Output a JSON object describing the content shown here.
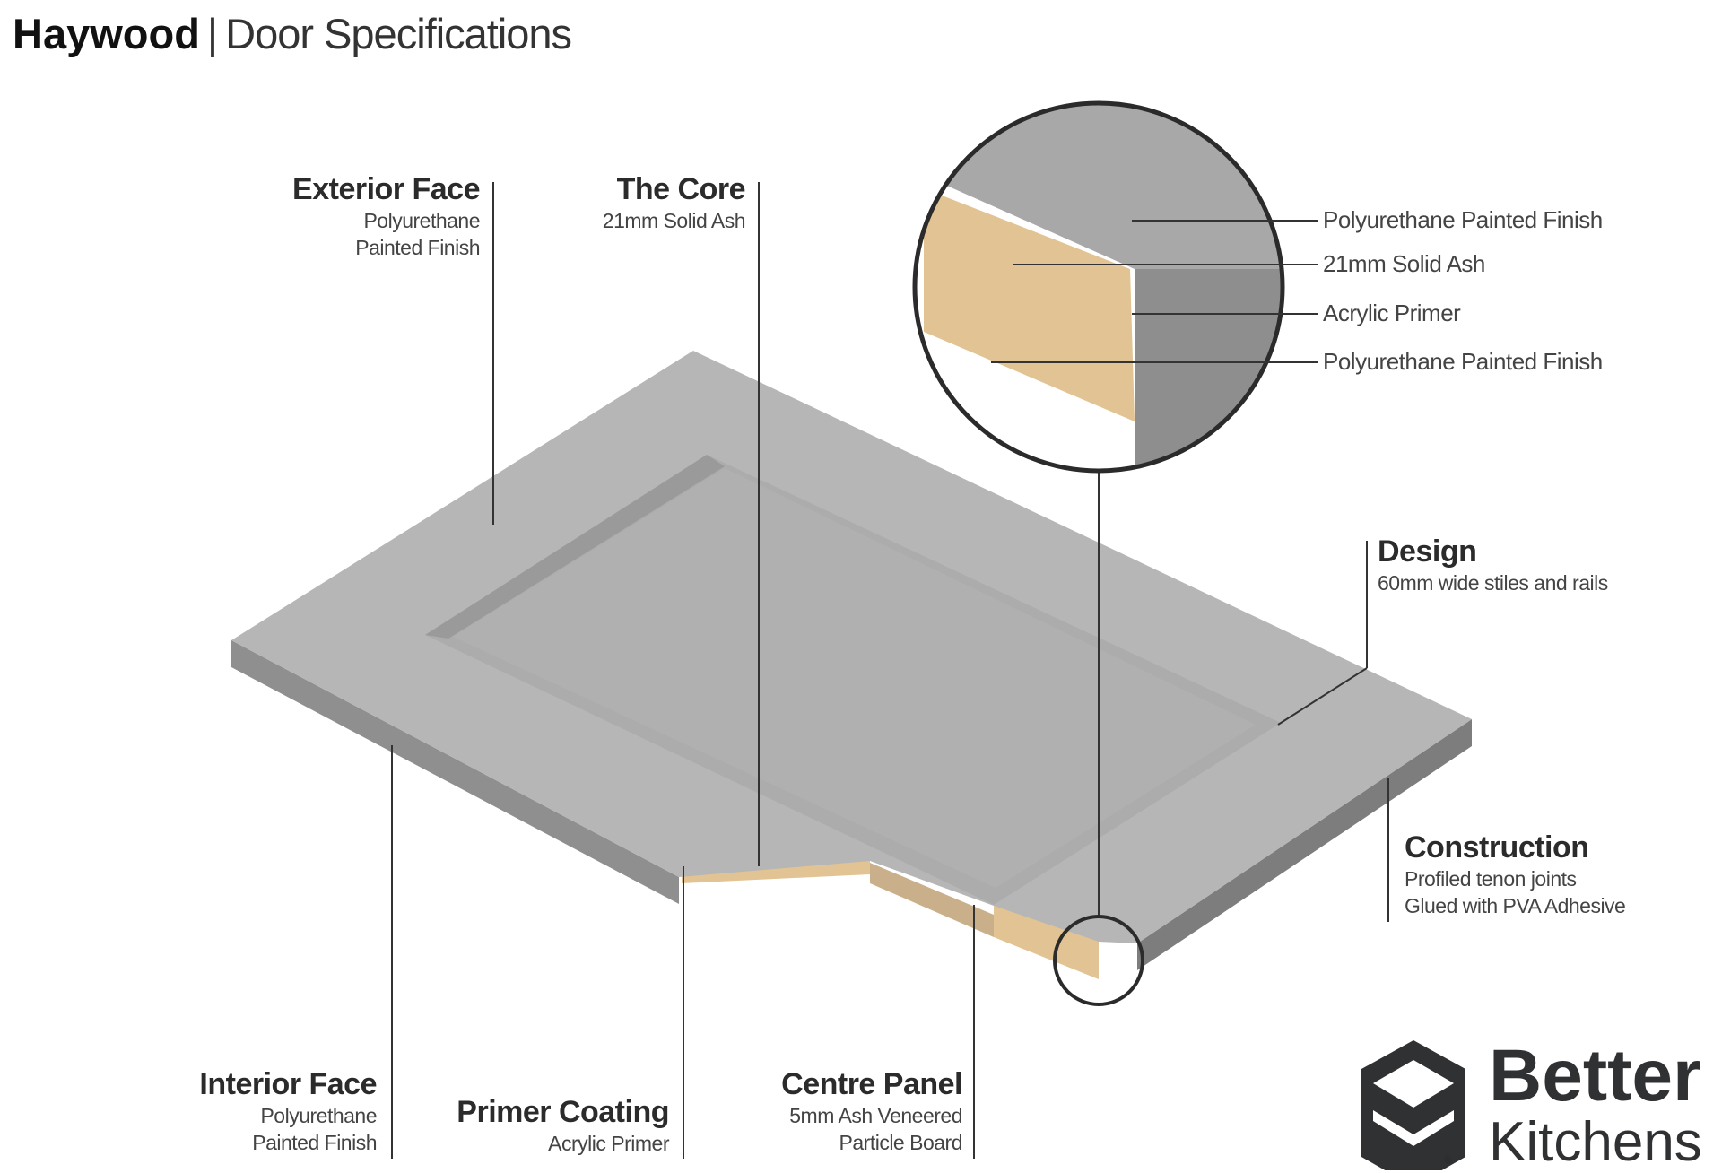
{
  "title": {
    "brand": "Haywood",
    "separator": "|",
    "subtitle": "Door Specifications"
  },
  "callouts": {
    "exterior_face": {
      "heading": "Exterior Face",
      "lines": [
        "Polyurethane",
        "Painted Finish"
      ]
    },
    "core": {
      "heading": "The Core",
      "lines": [
        "21mm Solid Ash"
      ]
    },
    "design": {
      "heading": "Design",
      "lines": [
        "60mm wide stiles and rails"
      ]
    },
    "construction": {
      "heading": "Construction",
      "lines": [
        "Profiled tenon joints",
        "Glued with PVA Adhesive"
      ]
    },
    "interior_face": {
      "heading": "Interior Face",
      "lines": [
        "Polyurethane",
        "Painted Finish"
      ]
    },
    "primer": {
      "heading": "Primer Coating",
      "lines": [
        "Acrylic Primer"
      ]
    },
    "centre_panel": {
      "heading": "Centre Panel",
      "lines": [
        "5mm Ash Veneered",
        "Particle Board"
      ]
    }
  },
  "detail_labels": [
    "Polyurethane Painted Finish",
    "21mm Solid Ash",
    "Acrylic Primer",
    "Polyurethane Painted Finish"
  ],
  "logo": {
    "line1": "Better",
    "line2": "Kitchens",
    "mark": "®"
  },
  "colors": {
    "paint": "#b4b4b4",
    "wood": "#e2c393",
    "line": "#333333"
  }
}
